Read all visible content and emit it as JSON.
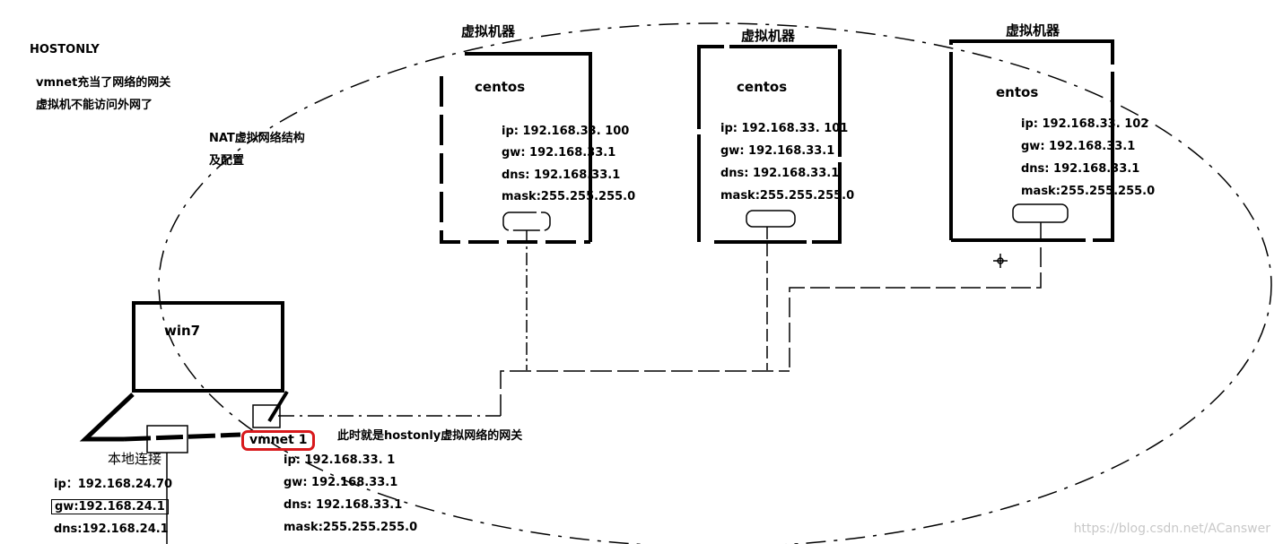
{
  "notes": {
    "hostonly_title": "HOSTONLY",
    "line1": "vmnet充当了网络的网关",
    "line2": "虚拟机不能访问外网了",
    "nat_line1": "NAT虚拟网络结构",
    "nat_line2": "及配置"
  },
  "vms": [
    {
      "caption": "虚拟机器",
      "name": "centos",
      "ip": "ip: 192.168.33. 100",
      "gw": "gw: 192.168.33.1",
      "dns": "dns: 192.168.33.1",
      "mask": "mask:255.255.255.0"
    },
    {
      "caption": "虚拟机器",
      "name": "centos",
      "ip": "ip: 192.168.33. 101",
      "gw": "gw: 192.168.33.1",
      "dns": "dns: 192.168.33.1",
      "mask": "mask:255.255.255.0"
    },
    {
      "caption": "虚拟机器",
      "name": "entos",
      "ip": "ip: 192.168.33.  102",
      "gw": "gw: 192.168.33.1",
      "dns": "dns: 192.168.33.1",
      "mask": "mask:255.255.255.0"
    }
  ],
  "host": {
    "name": "win7",
    "local_conn_label": "本地连接",
    "ip": "ip：192.168.24.70",
    "gw": "gw:192.168.24.1",
    "dns": "dns:192.168.24.1"
  },
  "vmnet": {
    "label": "vmnet 1",
    "note": "此时就是hostonly虚拟网络的网关",
    "ip": "ip: 192.168.33. 1",
    "gw": "gw: 192.168.33.1",
    "dns": "dns: 192.168.33.1",
    "mask": "mask:255.255.255.0"
  },
  "watermark": "https://blog.csdn.net/ACanswer",
  "colors": {
    "highlight": "#d8191c",
    "ink": "#000000",
    "watermark": "#c8c8c8"
  }
}
